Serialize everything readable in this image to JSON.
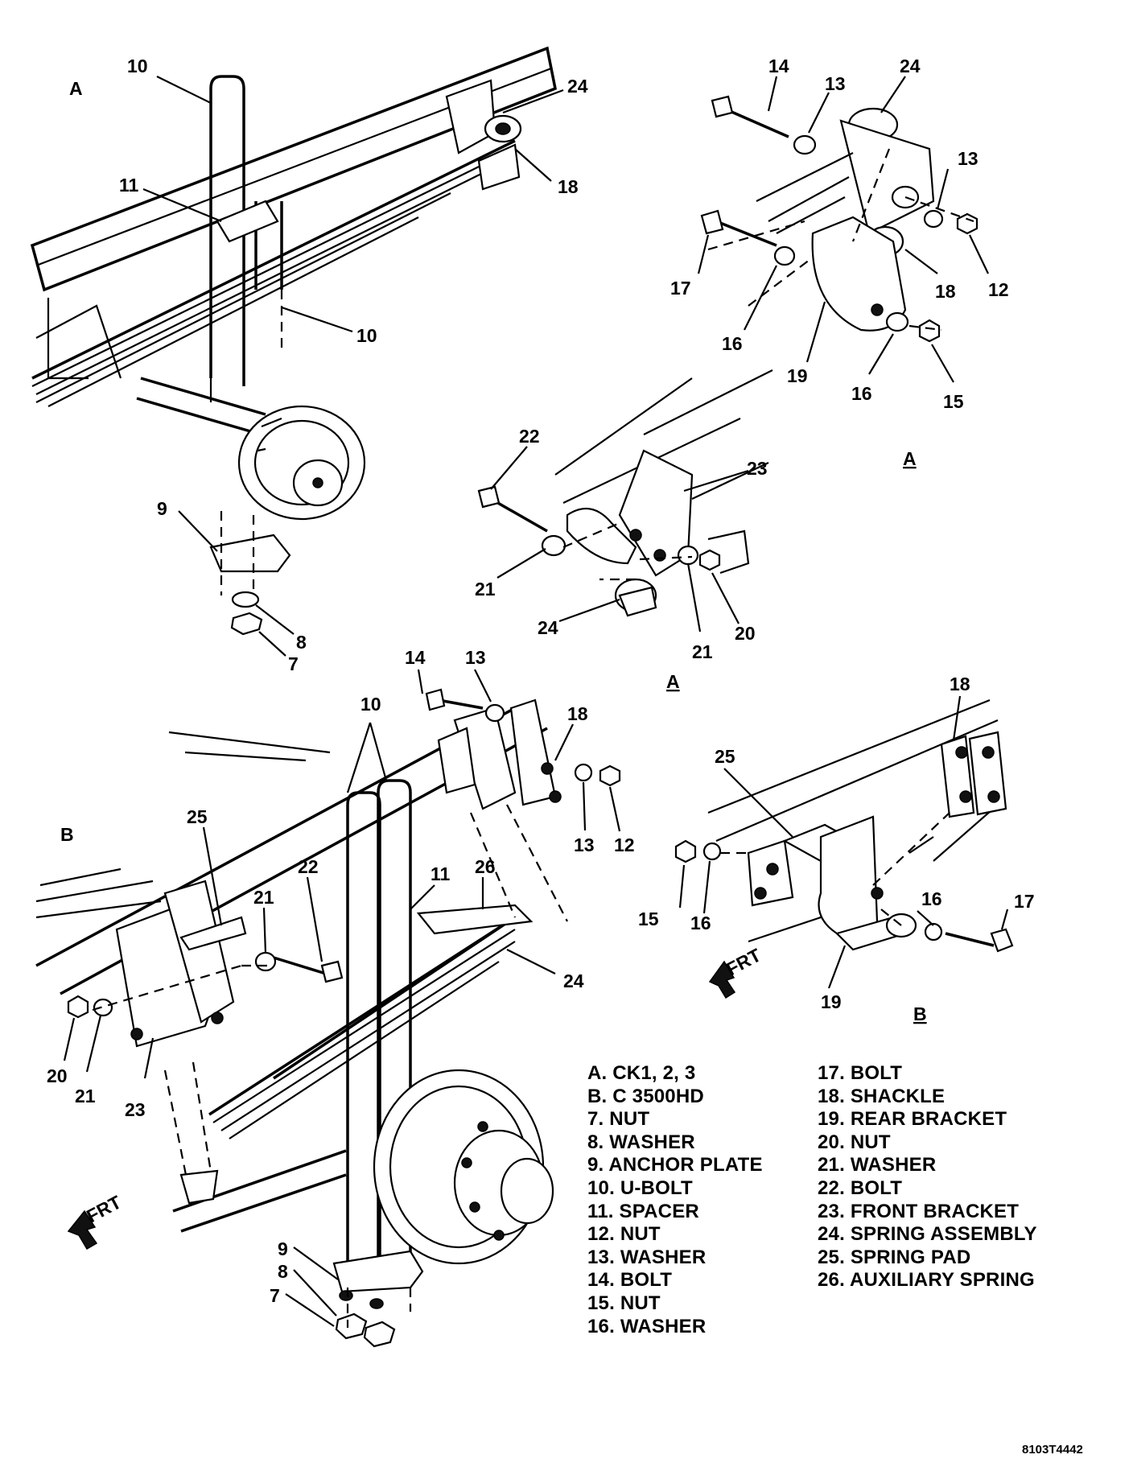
{
  "callouts": {
    "a_main": [
      "A",
      "10",
      "24",
      "11",
      "18",
      "10",
      "9",
      "8",
      "7"
    ],
    "a_rear": [
      "14",
      "13",
      "24",
      "13",
      "17",
      "18",
      "12",
      "16",
      "19",
      "16",
      "15",
      "A"
    ],
    "a_front": [
      "22",
      "23",
      "21",
      "24",
      "21",
      "20",
      "A"
    ],
    "b_main": [
      "14",
      "13",
      "10",
      "18",
      "B",
      "25",
      "22",
      "21",
      "11",
      "26",
      "13",
      "12",
      "24",
      "20",
      "21",
      "23",
      "FRT",
      "9",
      "8",
      "7"
    ],
    "b_rear": [
      "18",
      "25",
      "15",
      "16",
      "16",
      "17",
      "FRT",
      "19",
      "B"
    ]
  },
  "legend": {
    "left": [
      "A. CK1, 2, 3",
      "B. C 3500HD",
      "7. NUT",
      "8. WASHER",
      "9. ANCHOR PLATE",
      "10. U-BOLT",
      "11. SPACER",
      "12. NUT",
      "13. WASHER",
      "14. BOLT",
      "15. NUT",
      "16. WASHER"
    ],
    "right": [
      "17. BOLT",
      "18. SHACKLE",
      "19. REAR BRACKET",
      "20. NUT",
      "21. WASHER",
      "22. BOLT",
      "23. FRONT BRACKET",
      "24. SPRING ASSEMBLY",
      "25. SPRING PAD",
      "26. AUXILIARY SPRING"
    ]
  },
  "figure_id": "8103T4442"
}
